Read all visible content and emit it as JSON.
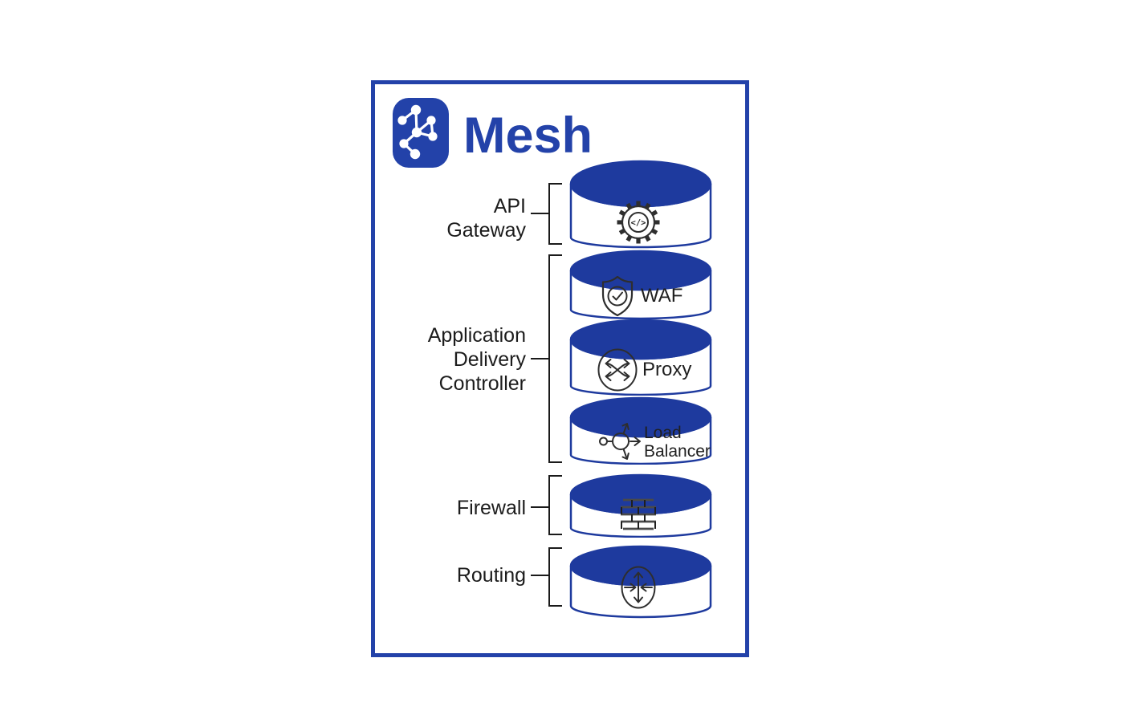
{
  "brand": {
    "name": "Mesh",
    "logo_icon": "mesh-network-icon"
  },
  "stack": {
    "groups": [
      {
        "id": "api-gateway",
        "label_lines": [
          "API",
          "Gateway"
        ],
        "layer_count": 1
      },
      {
        "id": "application-delivery-controller",
        "label_lines": [
          "Application",
          "Delivery",
          "Controller"
        ],
        "layer_count": 3
      },
      {
        "id": "firewall",
        "label_lines": [
          "Firewall"
        ],
        "layer_count": 1
      },
      {
        "id": "routing",
        "label_lines": [
          "Routing"
        ],
        "layer_count": 1
      }
    ],
    "layers": [
      {
        "name": "API Gateway",
        "icon": "gear-code-icon",
        "icon_text": "</>",
        "text": ""
      },
      {
        "name": "WAF",
        "icon": "shield-check-icon",
        "text": "WAF"
      },
      {
        "name": "Proxy",
        "icon": "swap-arrows-icon",
        "text": "Proxy"
      },
      {
        "name": "Load Balancer",
        "icon": "load-balancer-icon",
        "text_lines": [
          "Load",
          "Balancer"
        ]
      },
      {
        "name": "Firewall",
        "icon": "brick-wall-icon",
        "text": ""
      },
      {
        "name": "Routing",
        "icon": "router-icon",
        "text": ""
      }
    ]
  },
  "colors": {
    "primary_blue": "#2342a9",
    "cylinder_blue": "#1e3a9e",
    "text_dark": "#1c1c1c",
    "icon_stroke": "#2e2e2e",
    "background": "#ffffff"
  }
}
